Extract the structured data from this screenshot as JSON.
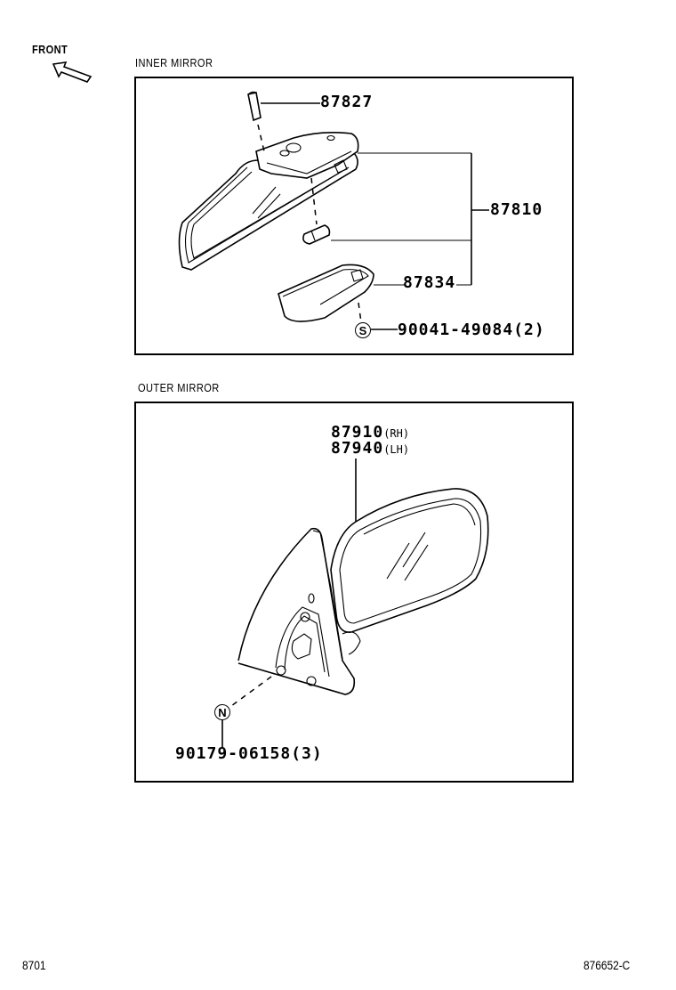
{
  "orientation": {
    "label": "FRONT",
    "icon": "front-arrow-icon"
  },
  "inner_mirror": {
    "title": "INNER MIRROR",
    "parts": {
      "cap": "87827",
      "assembly": "87810",
      "cover": "87834",
      "screw": {
        "symbol": "S",
        "number": "90041-49084",
        "qty": "(2)"
      }
    }
  },
  "outer_mirror": {
    "title": "OUTER MIRROR",
    "parts": {
      "rh": {
        "number": "87910",
        "side": "(RH)"
      },
      "lh": {
        "number": "87940",
        "side": "(LH)"
      },
      "nut": {
        "symbol": "N",
        "number": "90179-06158",
        "qty": "(3)"
      }
    }
  },
  "footer": {
    "left_code": "8701",
    "right_code": "876652-C"
  }
}
